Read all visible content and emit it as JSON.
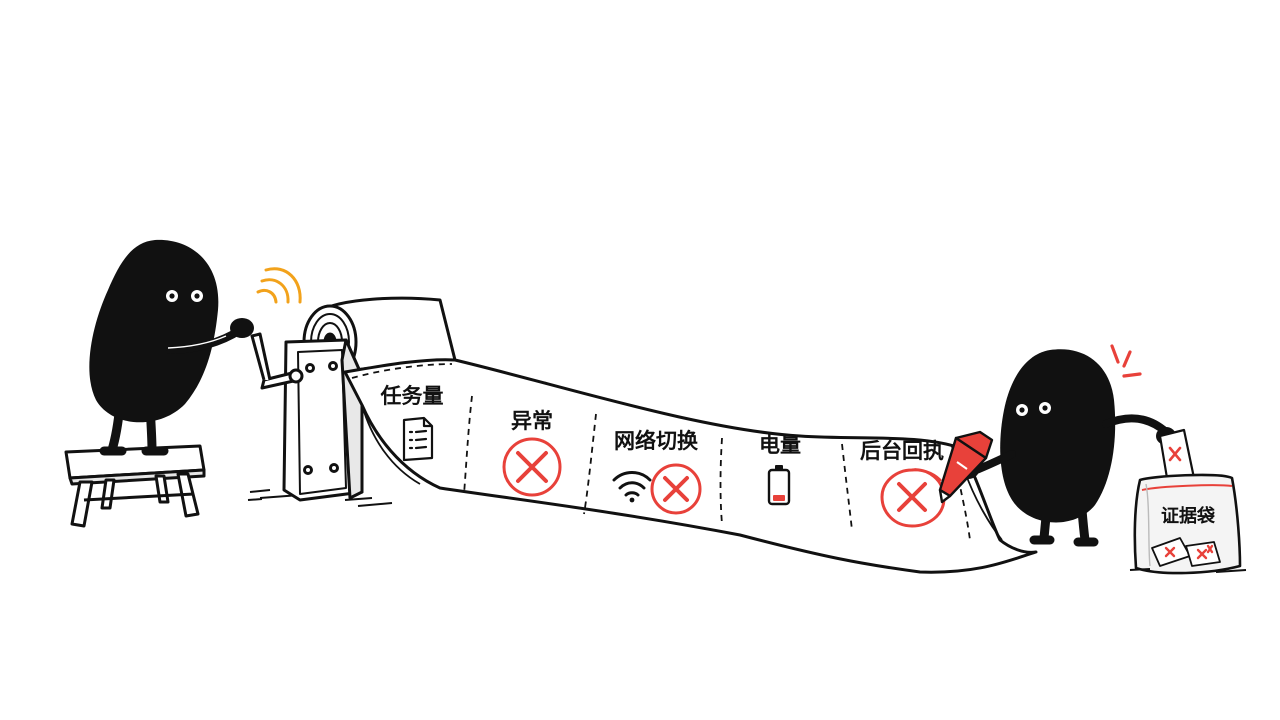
{
  "colors": {
    "ink": "#111111",
    "paper": "#ffffff",
    "alert_red": "#e8413a",
    "crank_orange": "#f2a21b"
  },
  "scroll": {
    "segments": [
      {
        "label": "任务量",
        "icon": "document-icon",
        "status": "ok"
      },
      {
        "label": "异常",
        "icon": "error-circle-icon",
        "status": "error"
      },
      {
        "label": "网络切换",
        "icon": "wifi-icon",
        "status": "error"
      },
      {
        "label": "电量",
        "icon": "low-battery-icon",
        "status": "ok"
      },
      {
        "label": "后台回执",
        "icon": "error-circle-icon",
        "status": "error"
      }
    ]
  },
  "evidence_bag": {
    "label": "证据袋"
  }
}
